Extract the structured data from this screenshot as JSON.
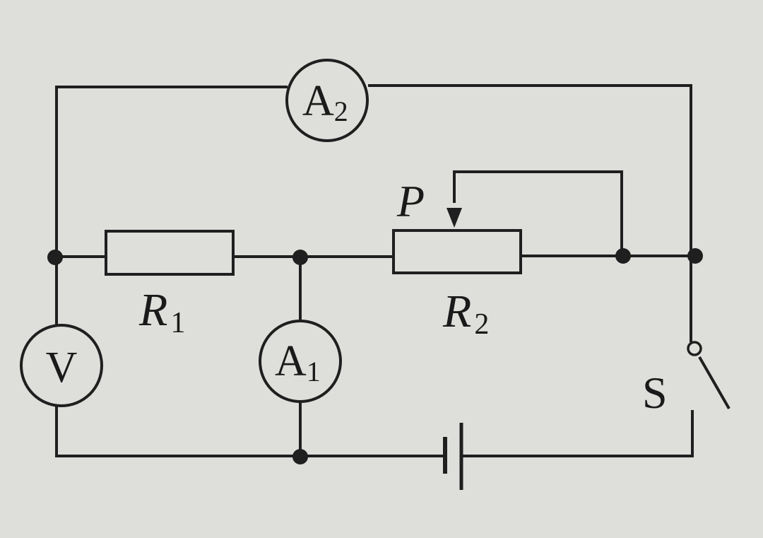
{
  "diagram": {
    "type": "circuit",
    "background_color": "#dededb",
    "ink_color": "#1f1f1f",
    "labels": {
      "R1": {
        "main": "R",
        "sub": "1"
      },
      "R2": {
        "main": "R",
        "sub": "2"
      },
      "A1": {
        "main": "A",
        "sub": "1"
      },
      "A2": {
        "main": "A",
        "sub": "2"
      },
      "V": "V",
      "S": "S",
      "P": "P"
    }
  }
}
